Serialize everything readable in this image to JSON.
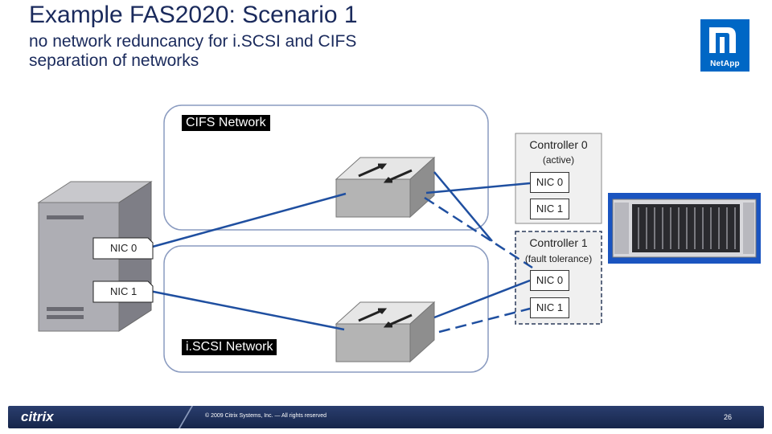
{
  "slide": {
    "title": "Example FAS2020: Scenario 1",
    "subtitle_line1": "no network reduncancy for i.SCSI and CIFS",
    "subtitle_line2": "separation of networks"
  },
  "networks": {
    "cifs_label": "CIFS Network",
    "iscsi_label": "i.SCSI Network"
  },
  "server": {
    "nic0": "NIC 0",
    "nic1": "NIC 1"
  },
  "controllers": [
    {
      "title": "Controller 0",
      "state": "(active)",
      "nic0": "NIC 0",
      "nic1": "NIC 1"
    },
    {
      "title": "Controller 1",
      "state": "(fault tolerance)",
      "nic0": "NIC 0",
      "nic1": "NIC 1"
    }
  ],
  "logos": {
    "netapp_wordmark": "NetApp",
    "citrix_wordmark": "citrix"
  },
  "footer": {
    "copyright": "© 2009 Citrix Systems, Inc. — All rights reserved",
    "page_number": "26"
  },
  "colors": {
    "title": "#1a2a5c",
    "link_line": "#1f4fa0",
    "netapp_blue": "#0067c5",
    "footer_bg": "#1f3060"
  },
  "icons": [
    "server-icon",
    "network-switch-icon",
    "storage-array-icon",
    "netapp-logo",
    "citrix-logo"
  ]
}
